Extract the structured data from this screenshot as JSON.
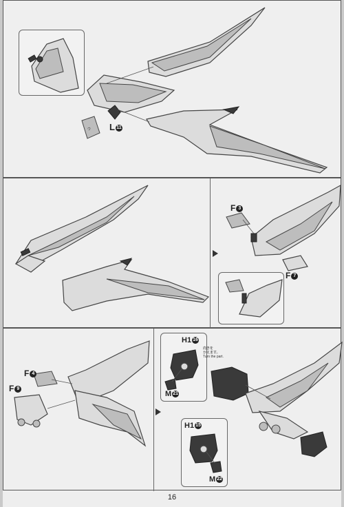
{
  "page": {
    "number": "16"
  },
  "step1": {
    "label_l": "L",
    "label_l_num": "11",
    "small_mark": "ウ"
  },
  "step2": {
    "label_f3": "F",
    "label_f3_num": "3",
    "label_f7": "F",
    "label_f7_num": "7"
  },
  "step3": {
    "label_f4": "F",
    "label_f4_num": "4",
    "label_f9": "F",
    "label_f9_num": "9",
    "label_h1a": "H1",
    "label_h1a_num": "16",
    "label_m_a": "M",
    "label_m_a_num": "21",
    "note_jp_1": "向きを",
    "note_jp_2": "かえます。",
    "note_en": "Turn the part.",
    "label_h1b": "H1",
    "label_h1b_num": "15",
    "label_m_b": "M",
    "label_m_b_num": "22"
  },
  "colors": {
    "line": "#444444",
    "dark_part": "#3a3a3a",
    "paper": "#eeeeee"
  }
}
